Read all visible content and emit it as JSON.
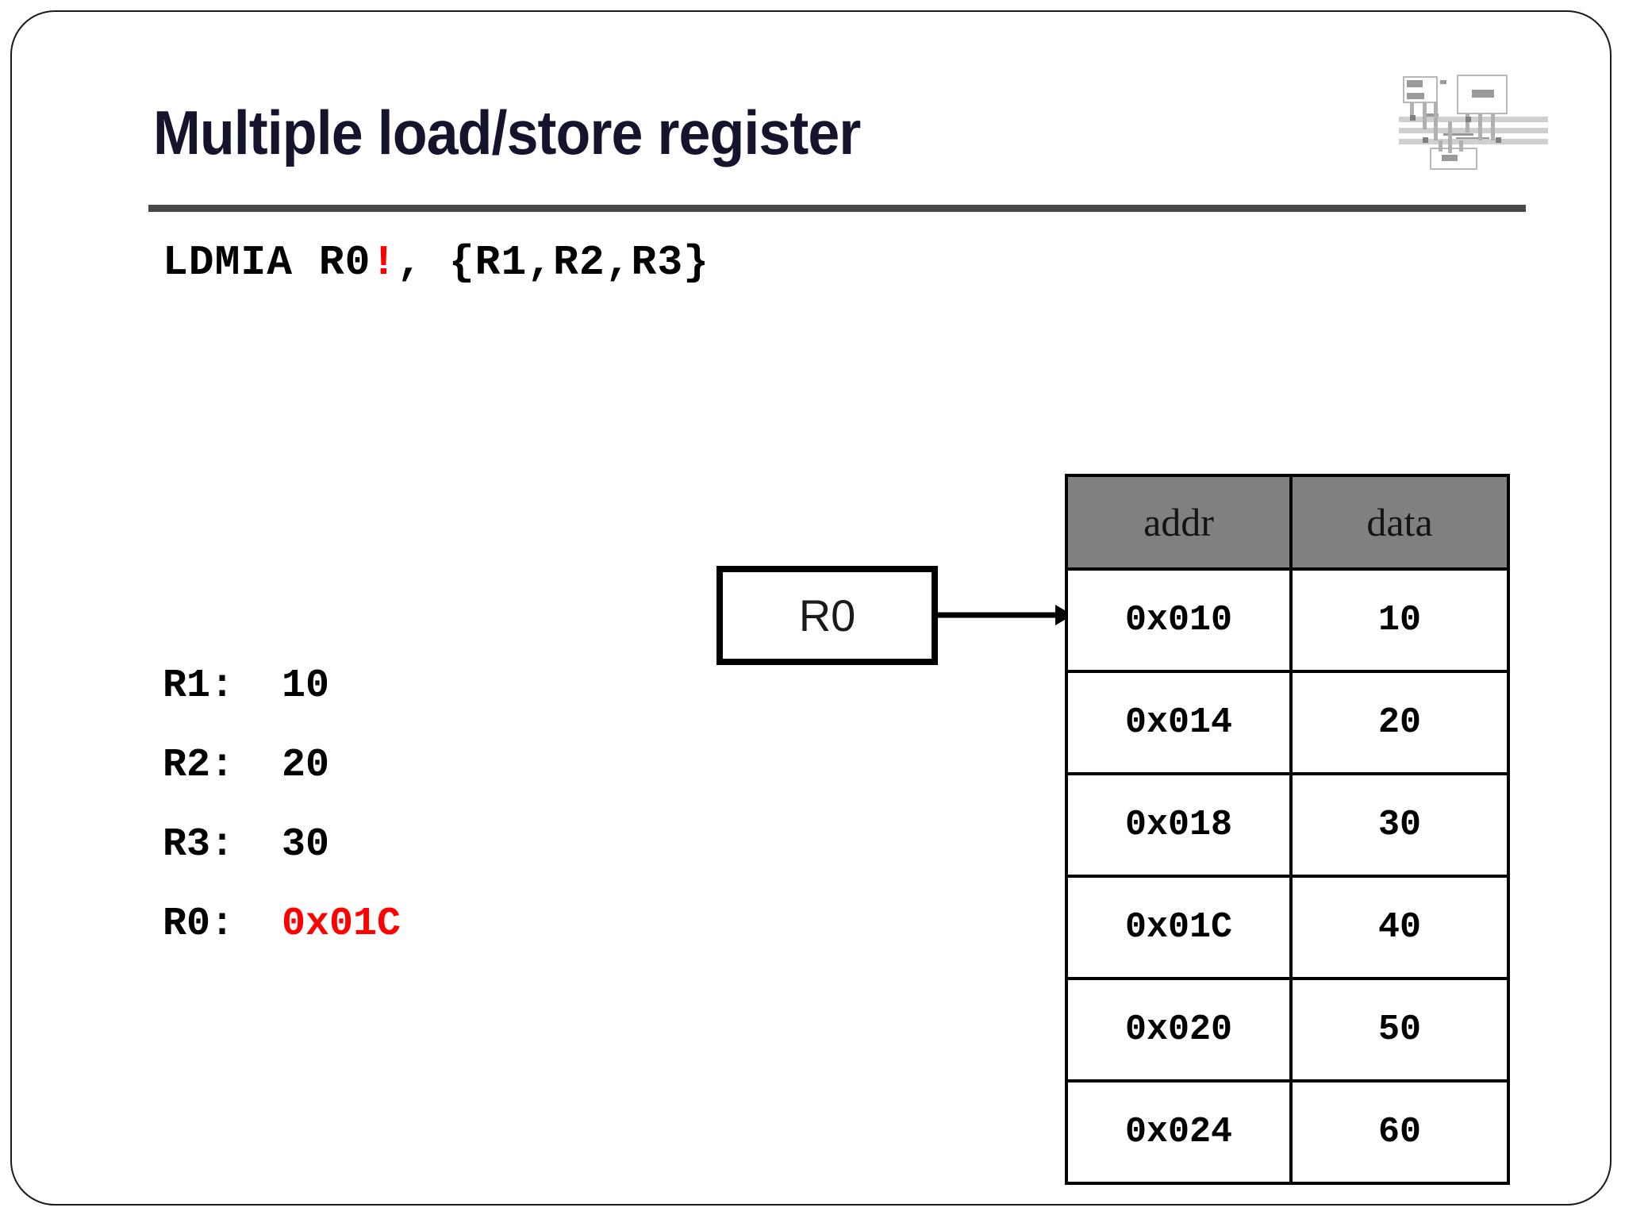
{
  "slide": {
    "title": "Multiple load/store register",
    "logo_icon": "system-block-diagram-thumbnail"
  },
  "code": {
    "prefix": "LDMIA R0",
    "writeback_marker": "!",
    "suffix": ", {R1,R2,R3}",
    "full": "LDMIA R0!, {R1,R2,R3}",
    "accent_color": "#ff0000"
  },
  "registers": {
    "rows": [
      {
        "name": "R1:",
        "value": "10",
        "accent": false
      },
      {
        "name": "R2:",
        "value": "20",
        "accent": false
      },
      {
        "name": "R3:",
        "value": "30",
        "accent": false
      },
      {
        "name": "R0:",
        "value": "0x01C",
        "accent": true
      }
    ],
    "accent_color": "#ff0000"
  },
  "pointer": {
    "box_label": "R0",
    "arrow_icon": "right-arrow-icon",
    "points_to": "0x010"
  },
  "memory_table": {
    "headers": [
      "addr",
      "data"
    ],
    "header_bg": "#808080",
    "rows": [
      {
        "addr": "0x010",
        "data": "10"
      },
      {
        "addr": "0x014",
        "data": "20"
      },
      {
        "addr": "0x018",
        "data": "30"
      },
      {
        "addr": "0x01C",
        "data": "40"
      },
      {
        "addr": "0x020",
        "data": "50"
      },
      {
        "addr": "0x024",
        "data": "60"
      }
    ]
  }
}
